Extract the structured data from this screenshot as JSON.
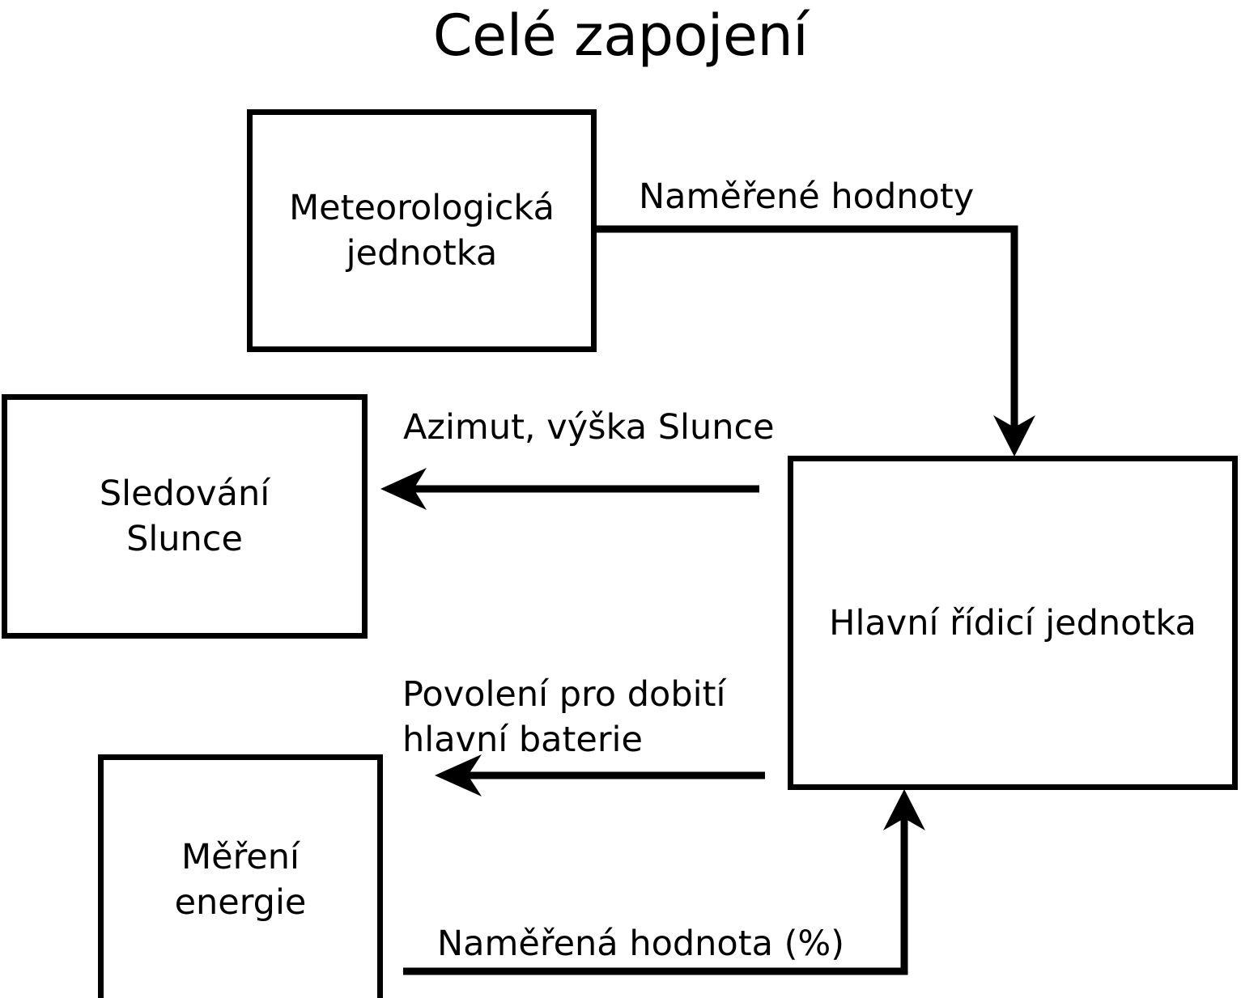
{
  "diagram": {
    "title": "Celé zapojení",
    "type": "block-diagram",
    "background_color": "#ffffff",
    "line_color": "#000000",
    "nodes": [
      {
        "id": "meteo",
        "label": "Meteorologická\njednotka"
      },
      {
        "id": "sun",
        "label": "Sledování\nSlunce"
      },
      {
        "id": "main",
        "label": "Hlavní řídicí jednotka"
      },
      {
        "id": "energy",
        "label": "Měření\nenergie"
      }
    ],
    "edges": [
      {
        "id": "measured",
        "from": "meteo",
        "to": "main",
        "label": "Naměřené hodnoty",
        "direction": "down"
      },
      {
        "id": "azimuth",
        "from": "main",
        "to": "sun",
        "label": "Azimut, výška Slunce",
        "direction": "left"
      },
      {
        "id": "permit",
        "from": "main",
        "to": "energy",
        "label": "Povolení pro dobití\nhlavní baterie",
        "direction": "left"
      },
      {
        "id": "percent",
        "from": "energy",
        "to": "main",
        "label": "Naměřená hodnota (%)",
        "direction": "up"
      }
    ]
  }
}
